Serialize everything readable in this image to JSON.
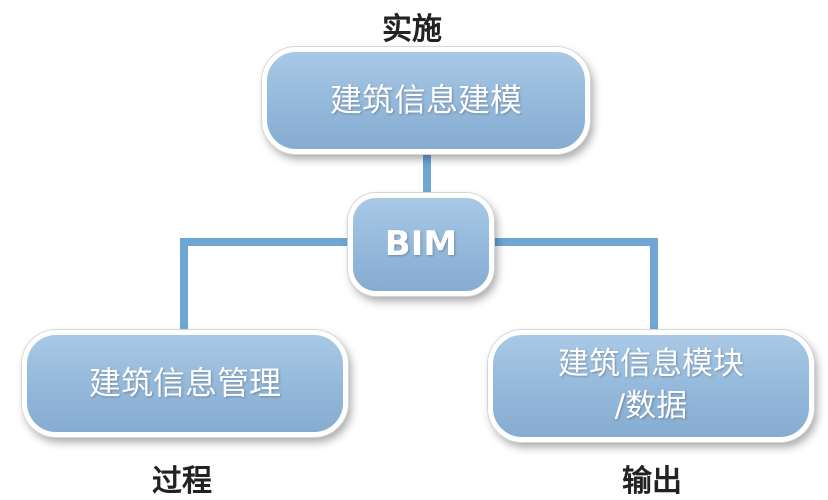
{
  "diagram": {
    "center": {
      "label": "BIM"
    },
    "top": {
      "caption": "实施",
      "label": "建筑信息建模"
    },
    "left": {
      "caption": "过程",
      "label": "建筑信息管理"
    },
    "right": {
      "caption": "输出",
      "line1": "建筑信息模块",
      "line2": "/数据"
    }
  },
  "colors": {
    "node_fill": "#93b8da",
    "node_border": "#ffffff",
    "connector": "#6fa6d6",
    "node_text": "#ffffff",
    "caption_text": "#222222"
  }
}
